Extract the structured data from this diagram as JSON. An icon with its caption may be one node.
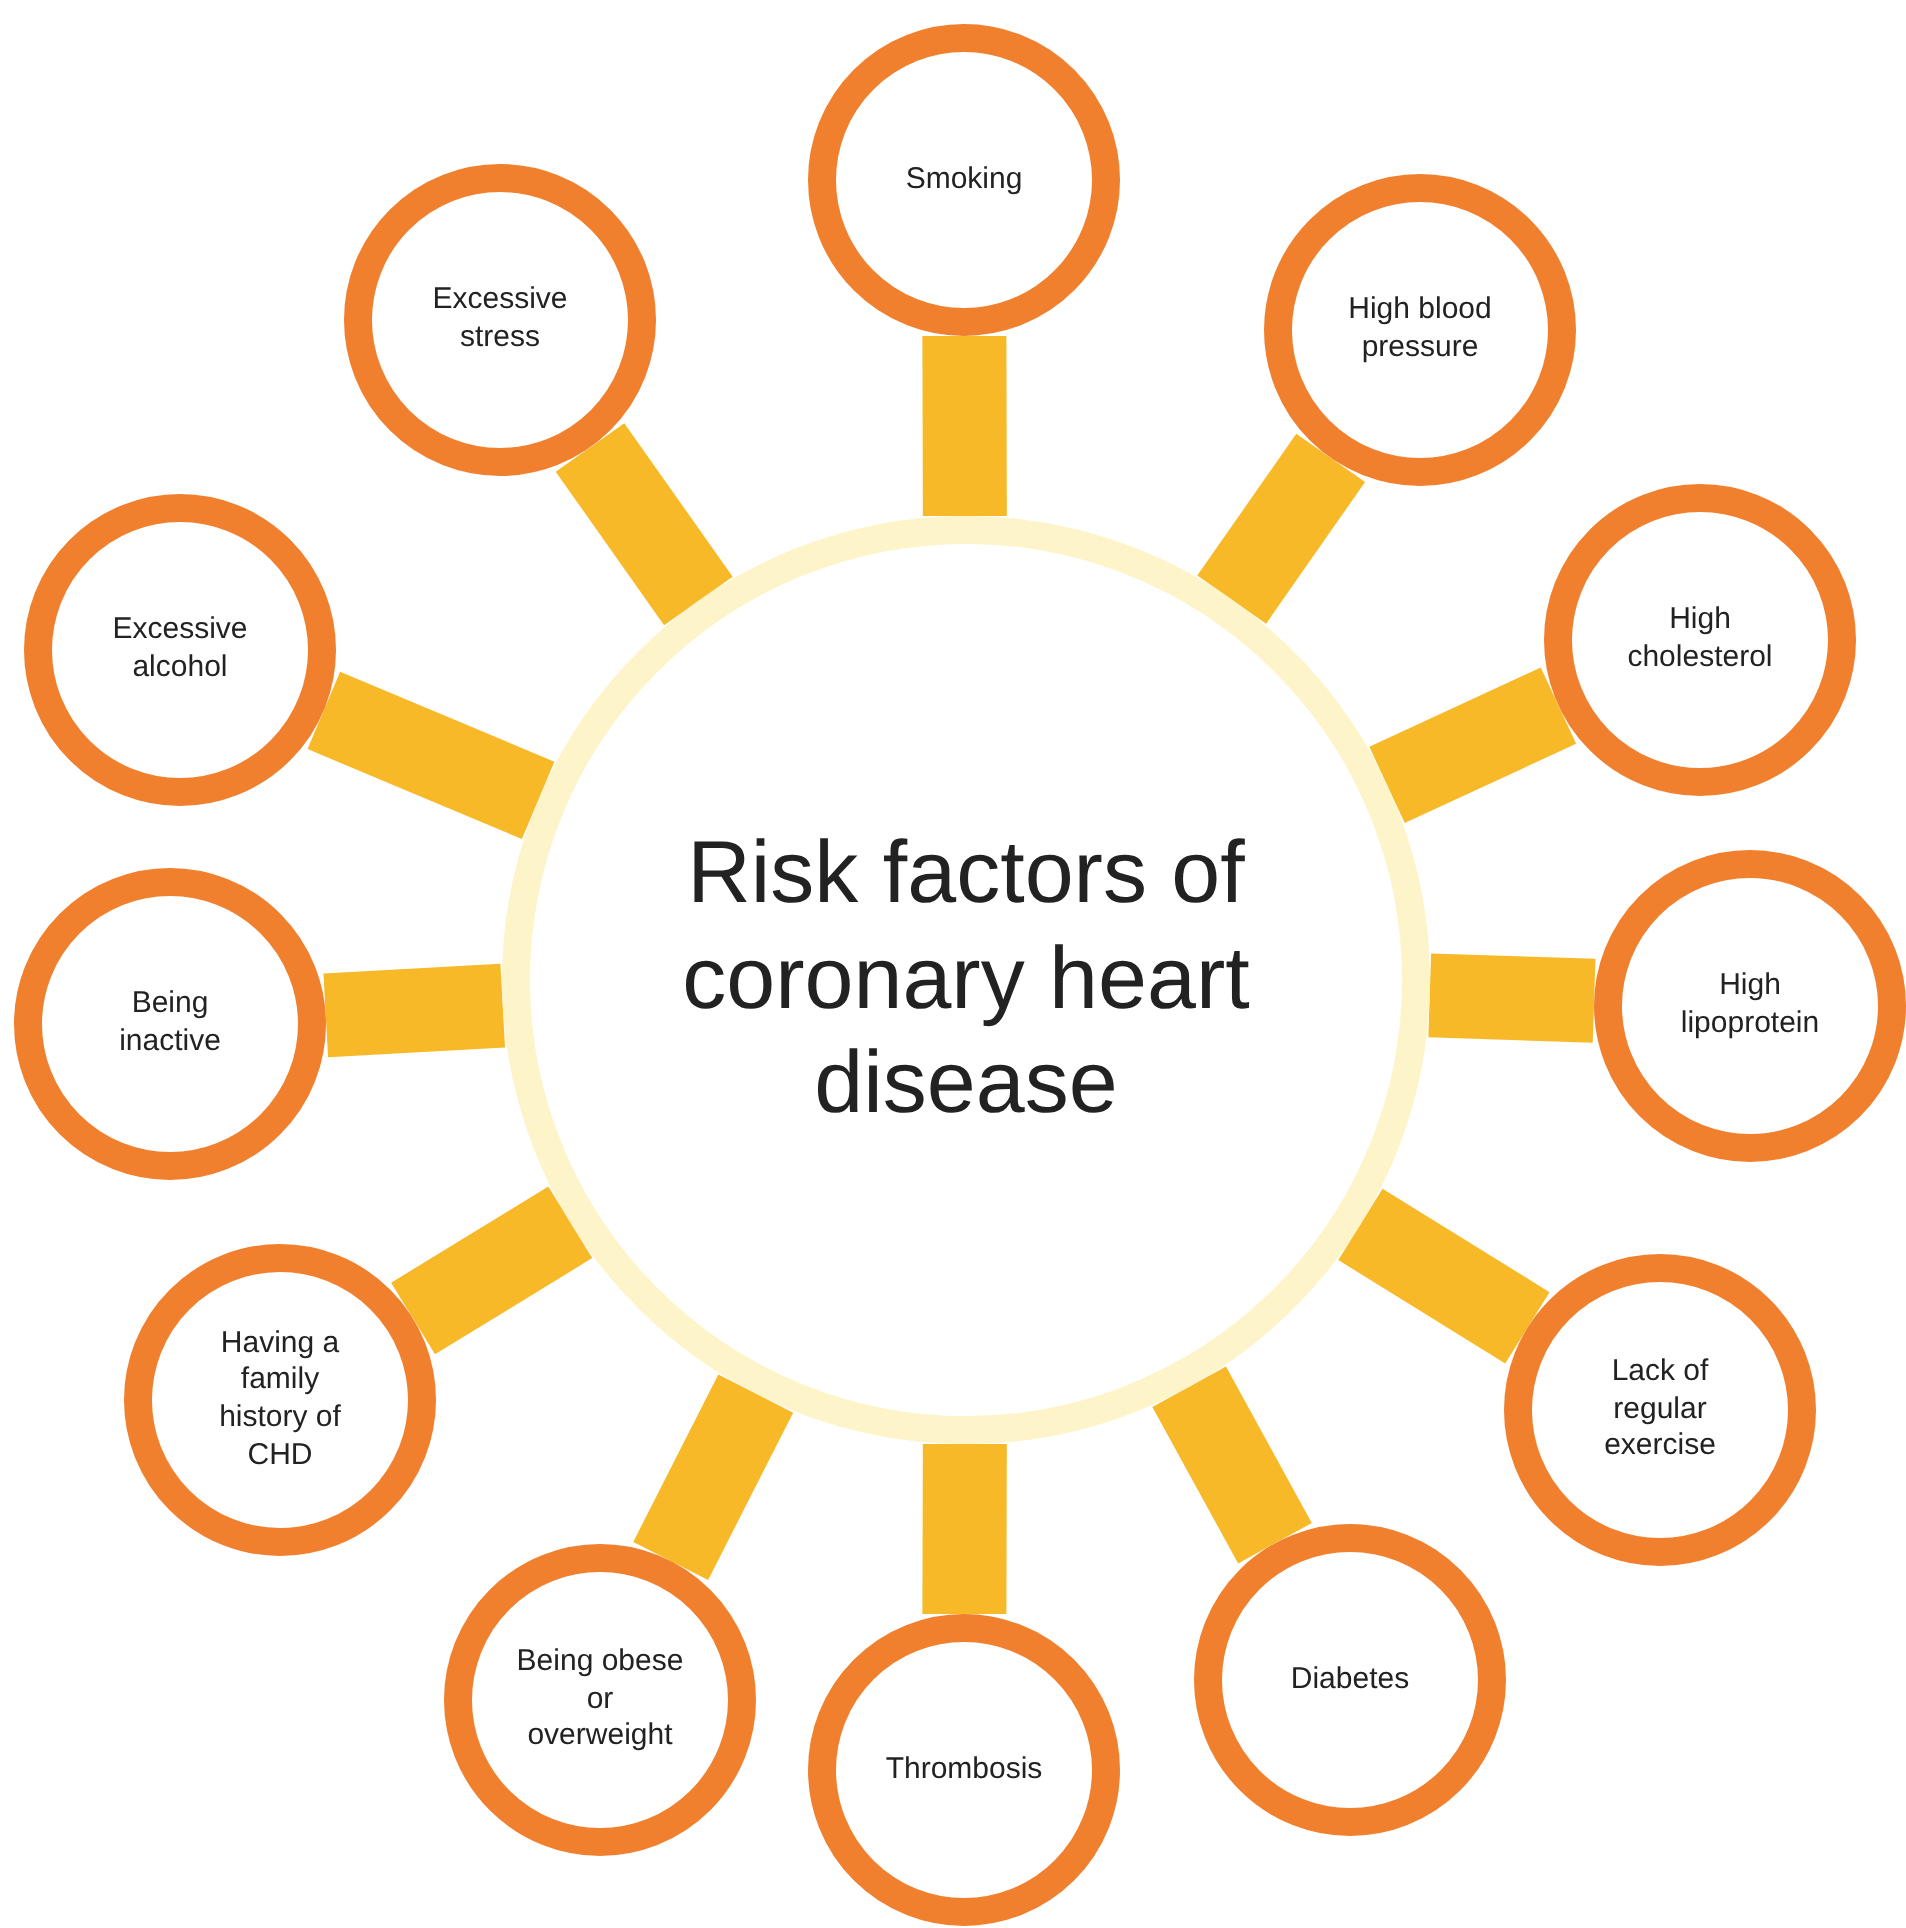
{
  "diagram": {
    "nodes": [
      {
        "text": [
          "Risk factors of coronary heart disease"
        ]
      },
      {
        "text": [
          "Smoking"
        ]
      },
      {
        "text": [
          "High blood pressure"
        ]
      },
      {
        "text": [
          "High cholesterol"
        ]
      },
      {
        "text": [
          "High lipoprotein"
        ]
      },
      {
        "text": [
          "Lack of regular exercise"
        ]
      },
      {
        "text": [
          "Diabetes"
        ]
      },
      {
        "text": [
          "Thrombosis"
        ]
      },
      {
        "text": [
          "Being obese or overweight"
        ]
      },
      {
        "text": [
          "Having a family history of CHD"
        ]
      },
      {
        "text": [
          "Being inactive"
        ]
      },
      {
        "text": [
          "Excessive alcohol"
        ]
      },
      {
        "text": [
          "Excessive stress"
        ]
      }
    ],
    "edges": [
      {
        "from": 0,
        "to": 1,
        "arrow": "none"
      },
      {
        "from": 0,
        "to": 2,
        "arrow": "none"
      },
      {
        "from": 0,
        "to": 3,
        "arrow": "none"
      },
      {
        "from": 0,
        "to": 4,
        "arrow": "none"
      },
      {
        "from": 0,
        "to": 5,
        "arrow": "none"
      },
      {
        "from": 0,
        "to": 6,
        "arrow": "none"
      },
      {
        "from": 0,
        "to": 7,
        "arrow": "none"
      },
      {
        "from": 0,
        "to": 8,
        "arrow": "none"
      },
      {
        "from": 0,
        "to": 9,
        "arrow": "none"
      },
      {
        "from": 0,
        "to": 10,
        "arrow": "none"
      },
      {
        "from": 0,
        "to": 11,
        "arrow": "none"
      },
      {
        "from": 0,
        "to": 12,
        "arrow": "none"
      }
    ]
  }
}
